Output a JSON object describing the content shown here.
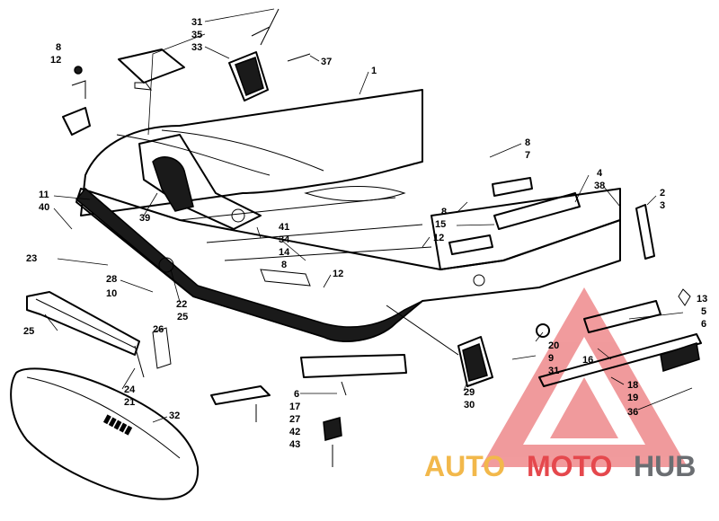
{
  "labels": [
    {
      "id": "l31a",
      "text": "31"
    },
    {
      "id": "l35",
      "text": "35"
    },
    {
      "id": "l33",
      "text": "33"
    },
    {
      "id": "l37",
      "text": "37"
    },
    {
      "id": "l8a",
      "text": "8"
    },
    {
      "id": "l12a",
      "text": "12"
    },
    {
      "id": "l1",
      "text": "1"
    },
    {
      "id": "l8b",
      "text": "8"
    },
    {
      "id": "l7",
      "text": "7"
    },
    {
      "id": "l11",
      "text": "11"
    },
    {
      "id": "l40",
      "text": "40"
    },
    {
      "id": "l39",
      "text": "39"
    },
    {
      "id": "l4",
      "text": "4"
    },
    {
      "id": "l38",
      "text": "38"
    },
    {
      "id": "l2",
      "text": "2"
    },
    {
      "id": "l3",
      "text": "3"
    },
    {
      "id": "l8c",
      "text": "8"
    },
    {
      "id": "l15",
      "text": "15"
    },
    {
      "id": "l12b",
      "text": "12"
    },
    {
      "id": "l41",
      "text": "41"
    },
    {
      "id": "l34",
      "text": "34"
    },
    {
      "id": "l14",
      "text": "14"
    },
    {
      "id": "l8d",
      "text": "8"
    },
    {
      "id": "l23",
      "text": "23"
    },
    {
      "id": "l28",
      "text": "28"
    },
    {
      "id": "l12c",
      "text": "12"
    },
    {
      "id": "l5",
      "text": "5"
    },
    {
      "id": "l13",
      "text": "13"
    },
    {
      "id": "l6a",
      "text": "6"
    },
    {
      "id": "l10",
      "text": "10"
    },
    {
      "id": "l22",
      "text": "22"
    },
    {
      "id": "l25a",
      "text": "25"
    },
    {
      "id": "l25b",
      "text": "25"
    },
    {
      "id": "l26",
      "text": "26"
    },
    {
      "id": "l20",
      "text": "20"
    },
    {
      "id": "l9",
      "text": "9"
    },
    {
      "id": "l31b",
      "text": "31"
    },
    {
      "id": "l16",
      "text": "16"
    },
    {
      "id": "l18",
      "text": "18"
    },
    {
      "id": "l19",
      "text": "19"
    },
    {
      "id": "l36",
      "text": "36"
    },
    {
      "id": "l24",
      "text": "24"
    },
    {
      "id": "l21",
      "text": "21"
    },
    {
      "id": "l29",
      "text": "29"
    },
    {
      "id": "l30",
      "text": "30"
    },
    {
      "id": "l6b",
      "text": "6"
    },
    {
      "id": "l17",
      "text": "17"
    },
    {
      "id": "l27",
      "text": "27"
    },
    {
      "id": "l32",
      "text": "32"
    },
    {
      "id": "l42",
      "text": "42"
    },
    {
      "id": "l43",
      "text": "43"
    }
  ],
  "watermark": {
    "auto": "AUTO",
    "moto": "MOTO",
    "hub": "HUB",
    "colors": {
      "auto": "#f2b84b",
      "moto": "#e5484d",
      "hub": "#6b6e72",
      "triangle": "#e5484d"
    }
  }
}
